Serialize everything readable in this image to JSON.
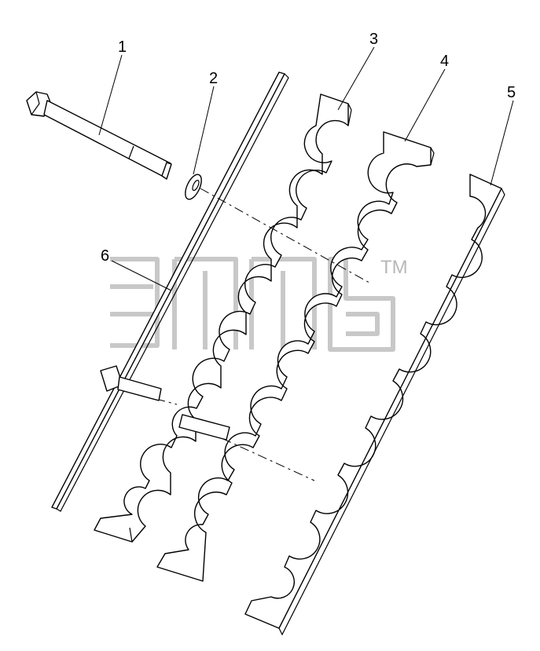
{
  "diagram": {
    "callouts": [
      {
        "id": "1",
        "label": "1"
      },
      {
        "id": "2",
        "label": "2"
      },
      {
        "id": "3",
        "label": "3"
      },
      {
        "id": "4",
        "label": "4"
      },
      {
        "id": "5",
        "label": "5"
      },
      {
        "id": "6",
        "label": "6"
      }
    ],
    "watermark": {
      "trademark": "TM"
    },
    "colors": {
      "line": "#000000",
      "background": "#ffffff",
      "watermark": "#c8c8c8"
    }
  }
}
